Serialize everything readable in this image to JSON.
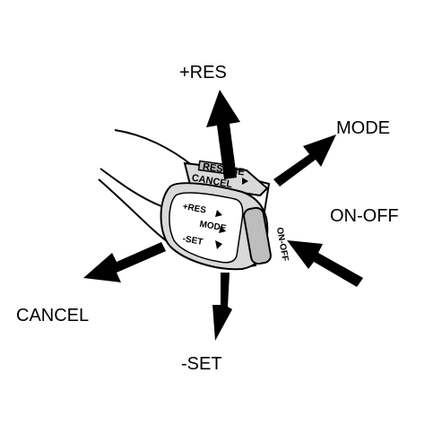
{
  "callouts": {
    "res": "+RES",
    "mode": "MODE",
    "on_off": "ON-OFF",
    "cancel": "CANCEL",
    "set": "-SET"
  },
  "lever": {
    "top_button": "RESUME",
    "top_label": "CANCEL",
    "res_label": "+RES",
    "mode_label": "MODE",
    "set_label": "-SET",
    "onoff_button": "ON-OFF"
  },
  "colors": {
    "ink": "#000000",
    "lever_fill": "#d9d9d9",
    "button_fill": "#bdbdbd"
  }
}
